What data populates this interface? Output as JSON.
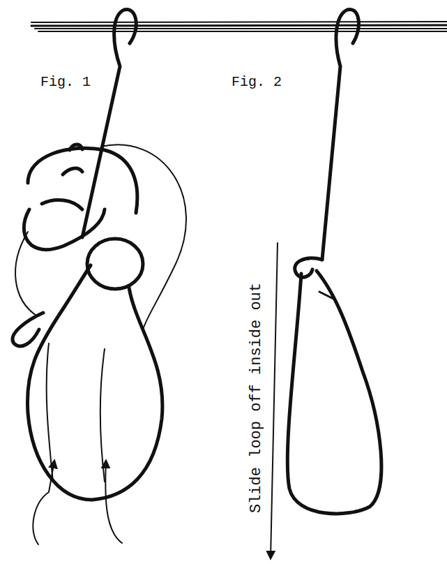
{
  "diagram": {
    "labels": [
      "Fig. 1",
      "Fig. 2",
      "Slide loop off inside out"
    ]
  }
}
